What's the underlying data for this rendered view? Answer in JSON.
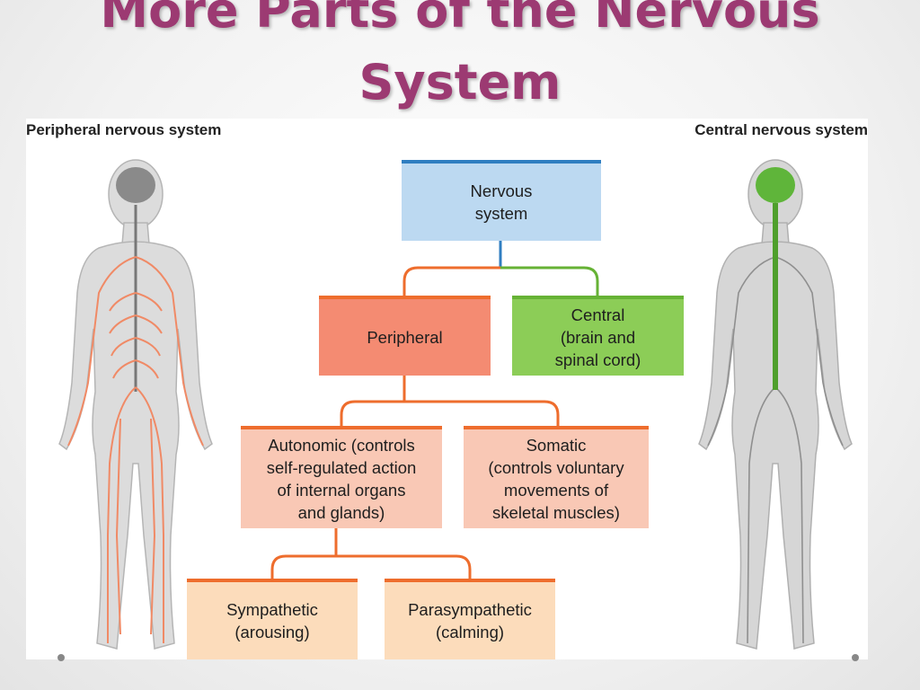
{
  "slide": {
    "title": "More Parts of the Nervous System"
  },
  "labels": {
    "peripheral_side": "Peripheral nervous system",
    "central_side": "Central nervous system"
  },
  "nodes": {
    "nervous": "Nervous\nsystem",
    "peripheral": "Peripheral",
    "central": "Central\n(brain and\nspinal cord)",
    "autonomic": "Autonomic (controls\nself-regulated action\nof internal organs\nand glands)",
    "somatic": "Somatic\n(controls voluntary\nmovements of\nskeletal muscles)",
    "sympathetic": "Sympathetic\n(arousing)",
    "parasympathetic": "Parasympathetic\n(calming)"
  },
  "colors": {
    "title": "#9c3a72",
    "nervous_fill": "#bcd9f1",
    "peripheral_fill": "#f48b72",
    "central_fill": "#8ccd57",
    "connector_orange": "#ee6d2d",
    "connector_green": "#66b235",
    "connector_blue": "#2f7ec1"
  }
}
